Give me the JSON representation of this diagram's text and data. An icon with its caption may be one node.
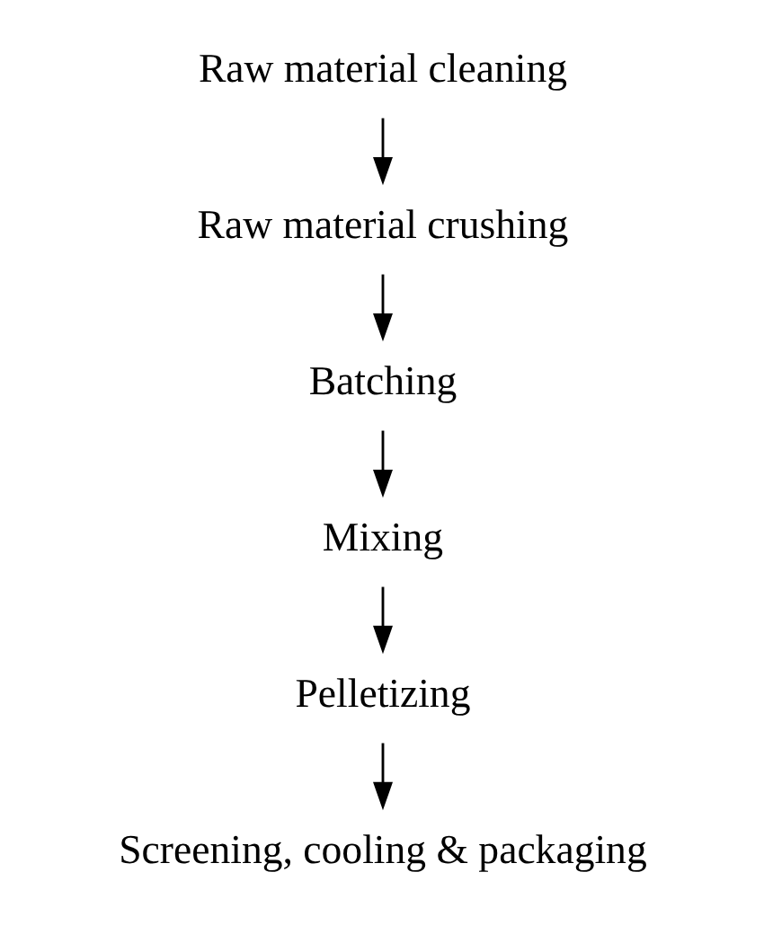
{
  "diagram": {
    "nodes": [
      {
        "text": [
          "Raw material cleaning"
        ]
      },
      {
        "text": [
          "Raw material crushing"
        ]
      },
      {
        "text": [
          "Batching"
        ]
      },
      {
        "text": [
          "Mixing"
        ]
      },
      {
        "text": [
          "Pelletizing"
        ]
      },
      {
        "text": [
          "Screening, cooling & packaging"
        ]
      }
    ],
    "edges": [
      {
        "from": 0,
        "to": 1,
        "arrow": "to"
      },
      {
        "from": 1,
        "to": 2,
        "arrow": "to"
      },
      {
        "from": 2,
        "to": 3,
        "arrow": "to"
      },
      {
        "from": 3,
        "to": 4,
        "arrow": "to"
      },
      {
        "from": 4,
        "to": 5,
        "arrow": "to"
      }
    ]
  }
}
